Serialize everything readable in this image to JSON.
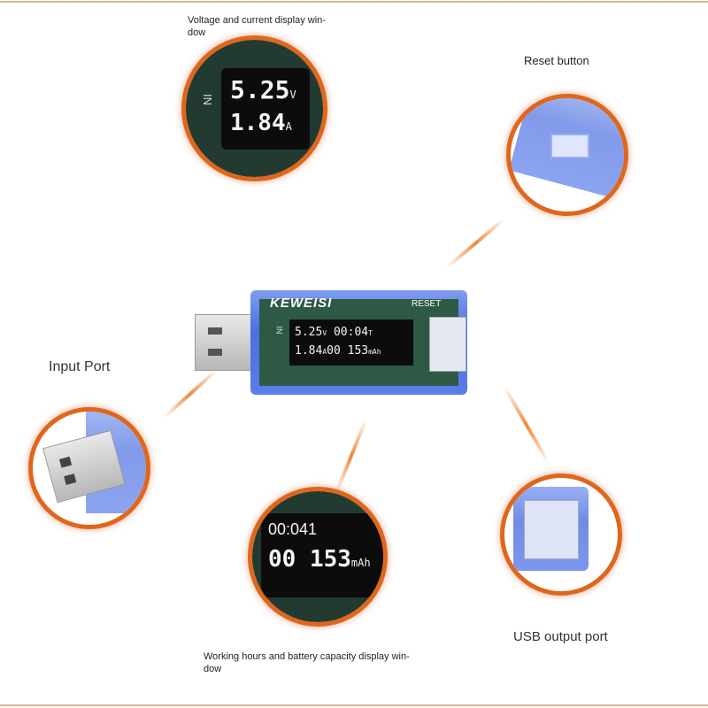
{
  "labels": {
    "voltage_window": "Voltage and current display win-dow",
    "reset_button": "Reset button",
    "input_port": "Input Port",
    "usb_output": "USB output port",
    "working_hours": "Working hours and battery capacity display win-dow"
  },
  "device": {
    "brand": "KEWEISI",
    "reset": "RESET",
    "in_label": "IN",
    "voltage": "5.25",
    "voltage_unit": "V",
    "time": "00:04",
    "time_unit": "T",
    "current": "1.84",
    "current_unit": "A",
    "capacity": "00 153",
    "capacity_unit": "mAh"
  },
  "zoom_top": {
    "voltage": "5.25",
    "voltage_unit": "V",
    "current": "1.84",
    "current_unit": "A",
    "in_label": "IN"
  },
  "zoom_bottom": {
    "time": "00:041",
    "capacity": "00 153",
    "capacity_unit": "mAh"
  },
  "colors": {
    "accent": "#e0661c",
    "device_blue": "#5b7cea"
  }
}
